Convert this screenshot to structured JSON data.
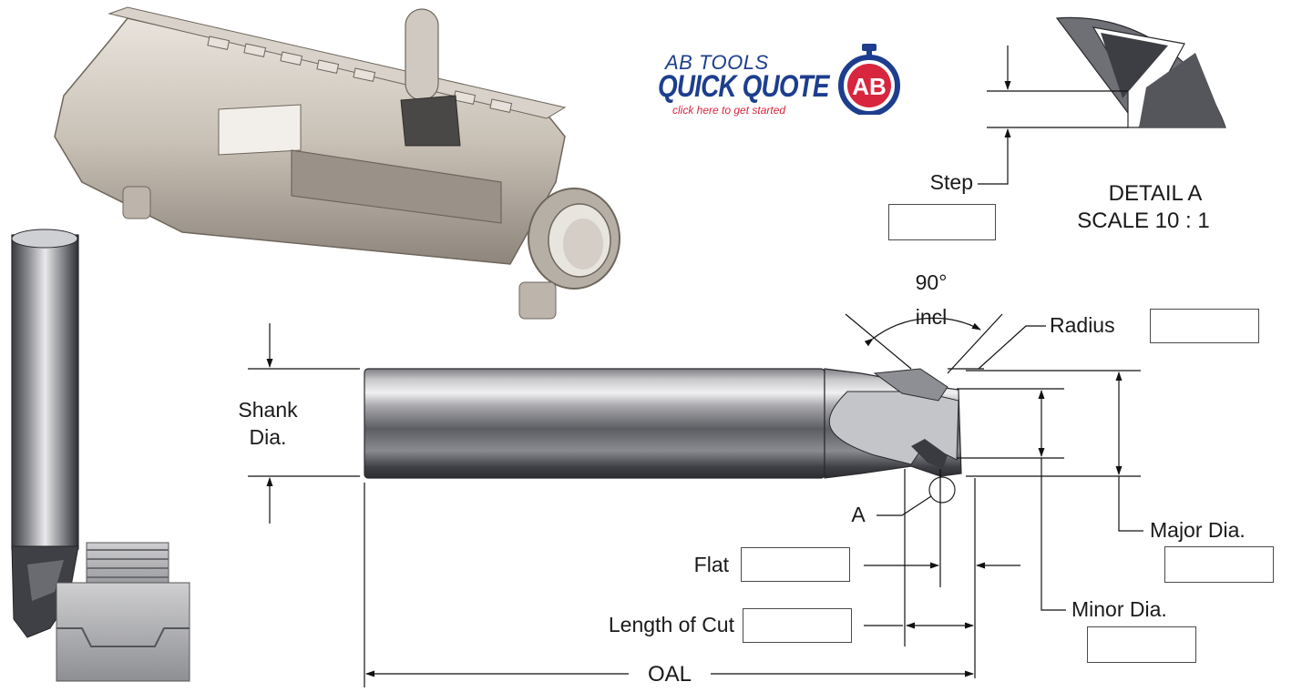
{
  "quick_quote": {
    "brand": "AB TOOLS",
    "title": "QUICK QUOTE",
    "cta": "click here to get started",
    "logo_letters": "AB",
    "colors": {
      "blue": "#1d3e8e",
      "red": "#d7263d"
    }
  },
  "detail": {
    "title": "DETAIL A",
    "scale": "SCALE 10 : 1",
    "step_label": "Step"
  },
  "angle": {
    "value": "90°",
    "suffix": "incl"
  },
  "labels": {
    "radius": "Radius",
    "shank": [
      "Shank",
      "Dia."
    ],
    "a_marker": "A",
    "major_dia": "Major Dia.",
    "minor_dia": "Minor Dia.",
    "flat": "Flat",
    "length_of_cut": "Length of Cut",
    "oal": "OAL"
  },
  "inputs": {
    "step": "",
    "radius": "",
    "major_dia": "",
    "minor_dia": "",
    "flat": "",
    "length_of_cut": ""
  },
  "icons": [
    "upper-receiver-illustration",
    "endmill-in-workpiece-illustration",
    "stopwatch-logo-icon"
  ]
}
